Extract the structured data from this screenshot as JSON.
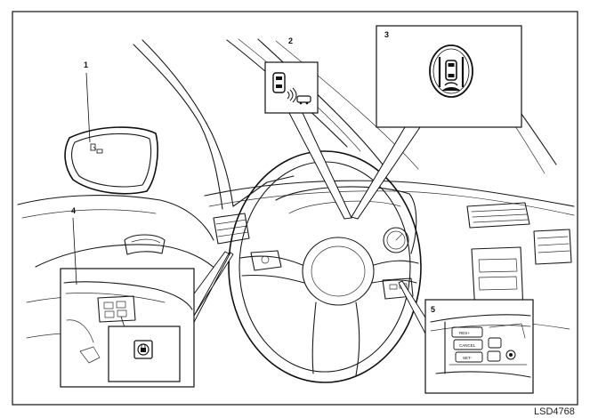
{
  "callouts": [
    {
      "id": "1",
      "label": "1"
    },
    {
      "id": "2",
      "label": "2"
    },
    {
      "id": "3",
      "label": "3"
    },
    {
      "id": "4",
      "label": "4"
    },
    {
      "id": "5",
      "label": "5"
    }
  ],
  "steering_switch_buttons": {
    "res": "RES+",
    "cancel": "CANCEL",
    "set": "SET-"
  },
  "figure_code": "LSD4768",
  "colors": {
    "line": "#1a1a1a",
    "background": "#ffffff",
    "frame": "#111111"
  }
}
